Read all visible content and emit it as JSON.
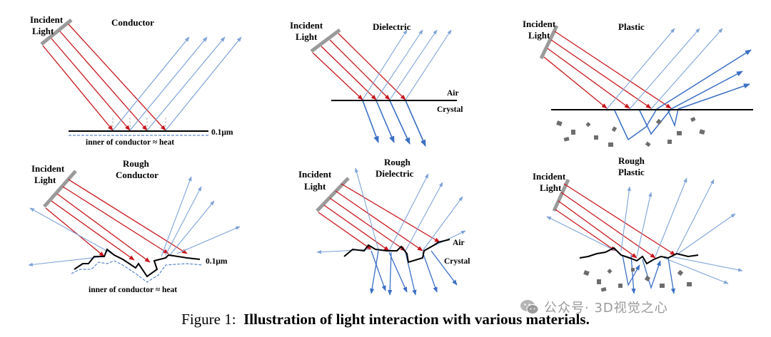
{
  "panels": {
    "conductor": {
      "title": "Conductor",
      "incident": [
        "Incident",
        "Light"
      ],
      "thickness": "0.1μm",
      "inner": "inner of conductor ≈ heat"
    },
    "dielectric": {
      "title": "Dielectric",
      "incident": [
        "Incident",
        "Light"
      ],
      "air": "Air",
      "crystal": "Crystal"
    },
    "plastic": {
      "title": "Plastic",
      "incident": [
        "Incident",
        "Light"
      ]
    },
    "rough_conductor": {
      "title": [
        "Rough",
        "Conductor"
      ],
      "incident": [
        "Incident",
        "Light"
      ],
      "thickness": "0.1μm",
      "inner": "inner of conductor ≈ heat"
    },
    "rough_dielectric": {
      "title": [
        "Rough",
        "Dielectric"
      ],
      "incident": [
        "Incident",
        "Light"
      ],
      "air": "Air",
      "crystal": "Crystal"
    },
    "rough_plastic": {
      "title": [
        "Rough",
        "Plastic"
      ],
      "incident": [
        "Incident",
        "Light"
      ]
    }
  },
  "caption": {
    "prefix": "Figure 1:",
    "text": "Illustration of light interaction with various materials."
  },
  "watermark": {
    "text": "公众号· 3D视觉之心",
    "icon": "wechat-icon"
  },
  "colors": {
    "incident": "#c8151b",
    "reflect": "#7ea3d8",
    "refract": "#3a6fc4",
    "dark": "#4a78c9"
  }
}
